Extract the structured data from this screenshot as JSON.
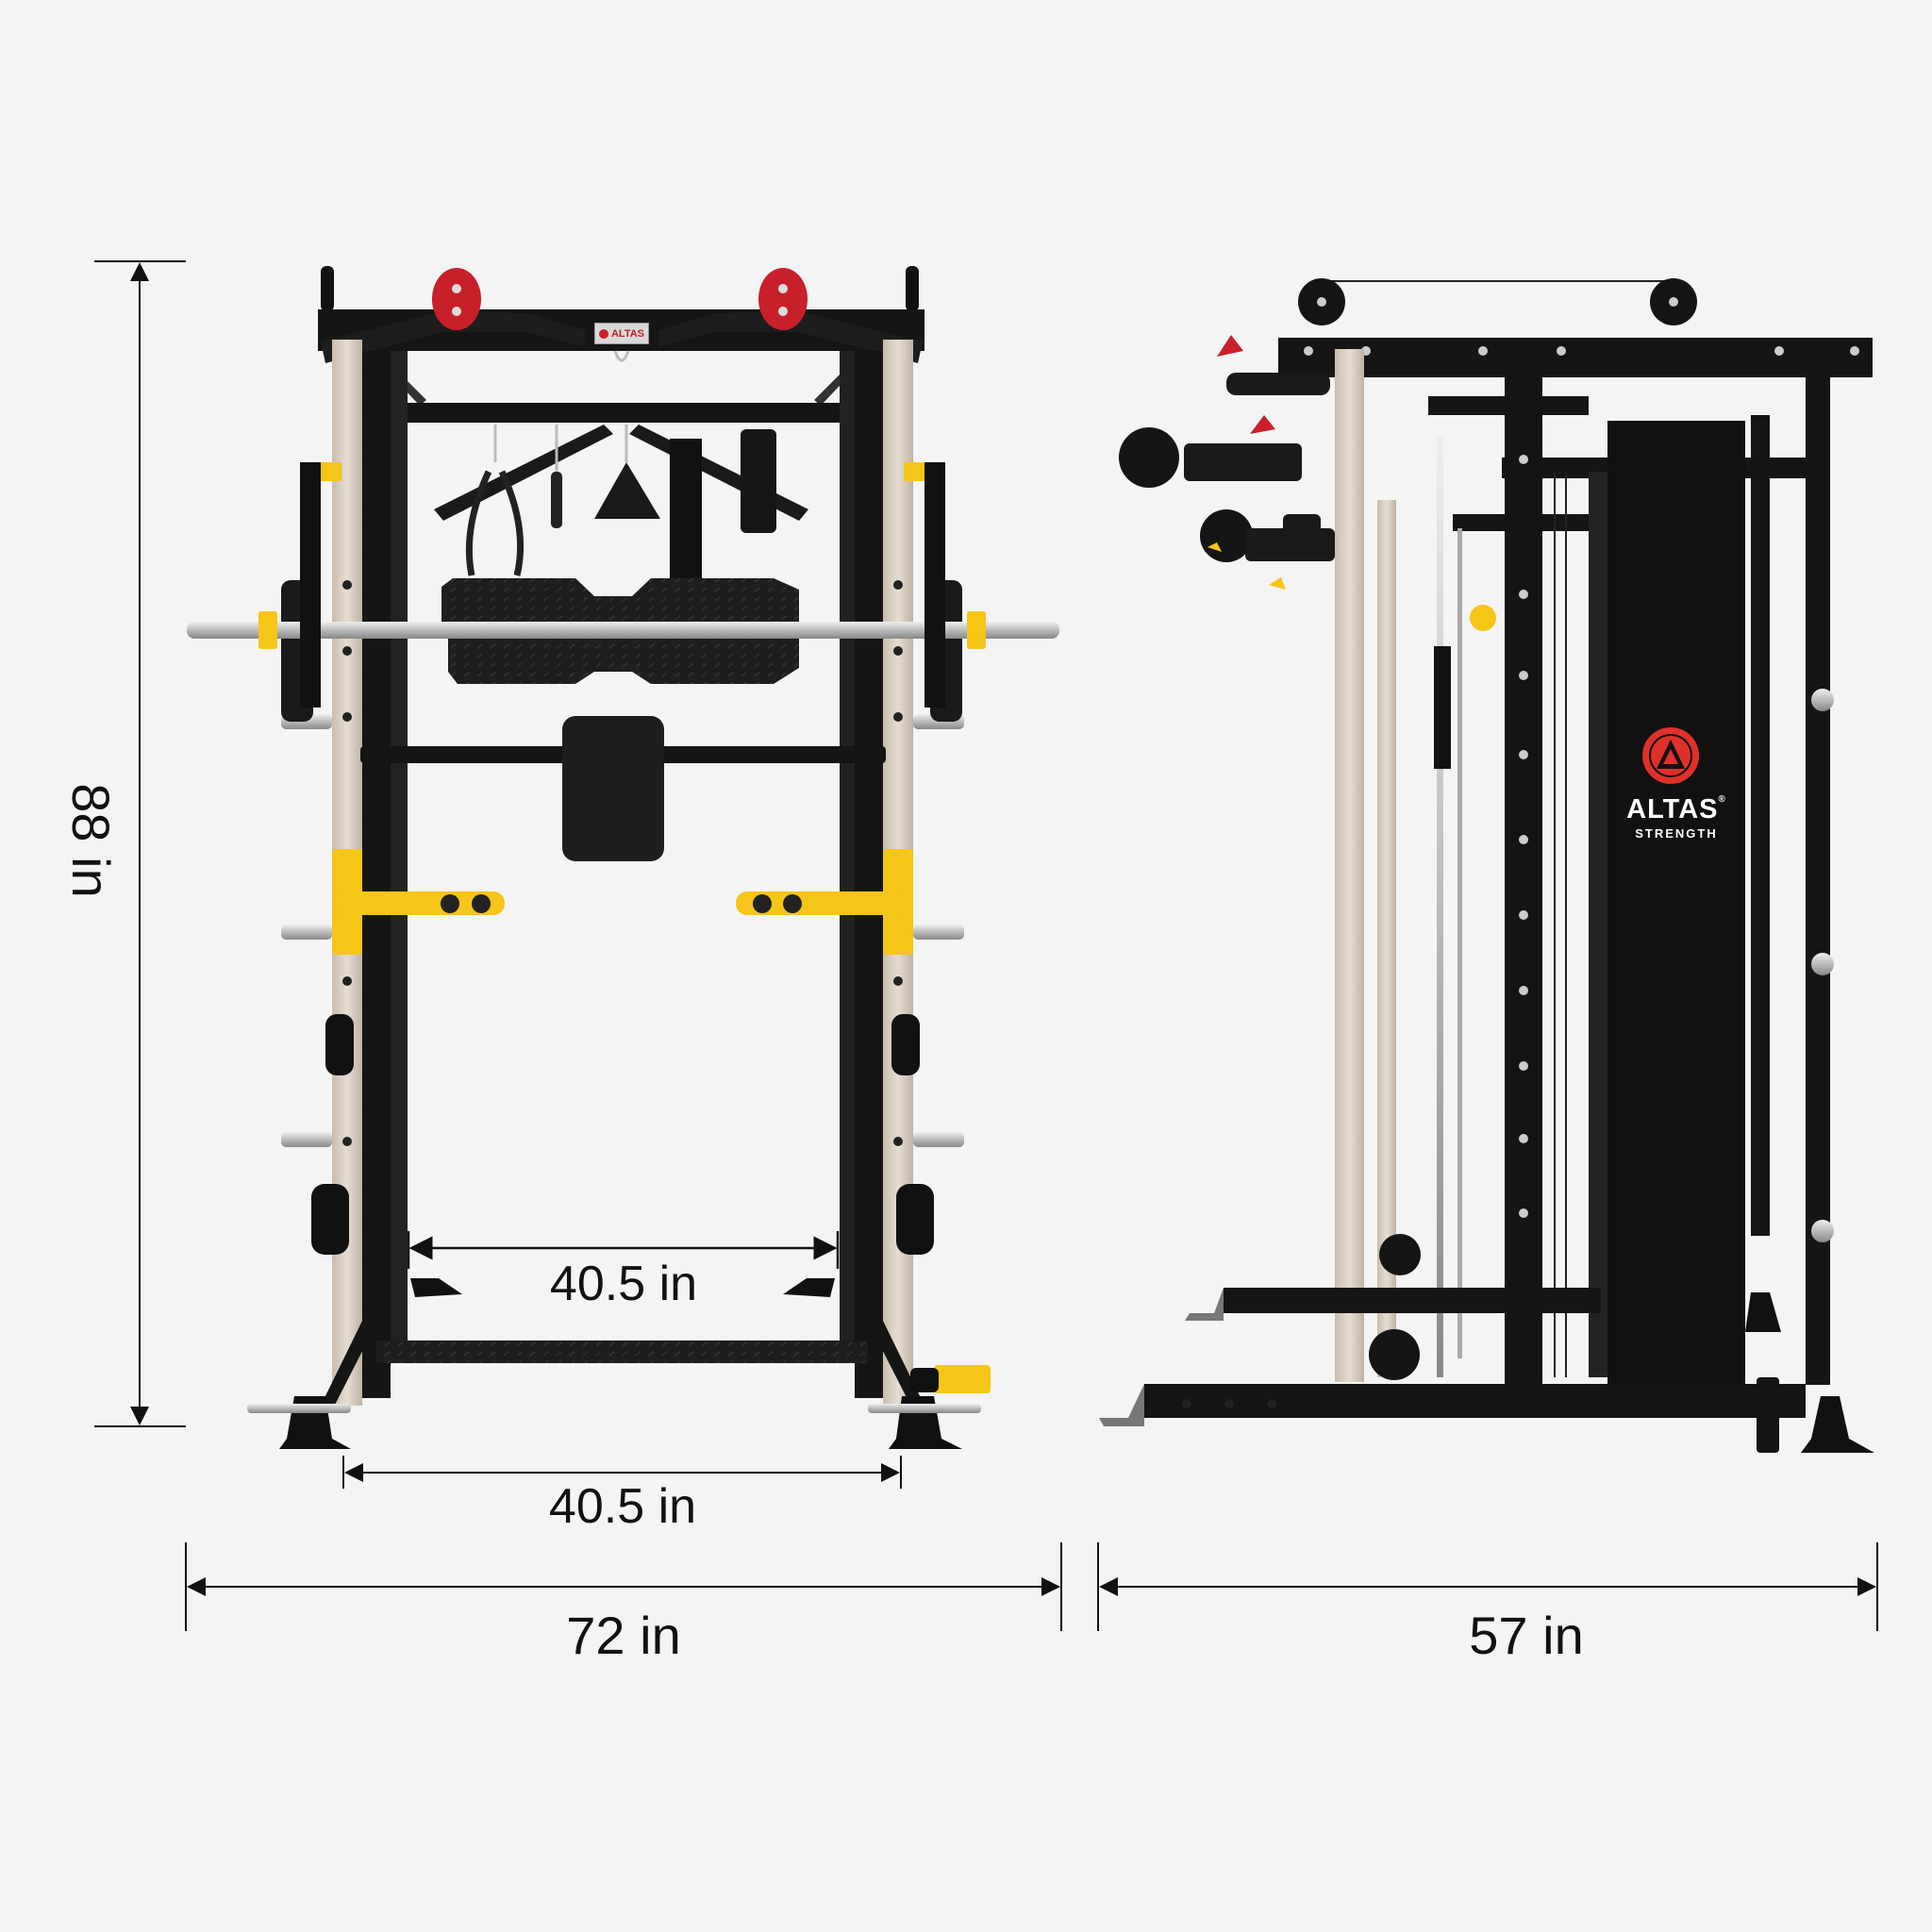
{
  "product": {
    "brand": "ALTAS",
    "brand_sub": "STRENGTH",
    "registered_mark": "®",
    "colors": {
      "background": "#f4f4f4",
      "frame": "#141414",
      "uprights_steel": "#d8ccbf",
      "accent_yellow": "#f5c518",
      "grip_red": "#c8202a",
      "logo_red": "#e0302a",
      "chrome": "#c9c9c9"
    }
  },
  "front_view": {
    "badge_text": "ALTAS"
  },
  "dimensions": {
    "height": {
      "value": "88 in",
      "orientation": "vertical"
    },
    "inner_width": {
      "value": "40.5 in"
    },
    "base_width": {
      "value": "40.5 in"
    },
    "overall_width": {
      "value": "72 in"
    },
    "depth": {
      "value": "57 in"
    }
  }
}
